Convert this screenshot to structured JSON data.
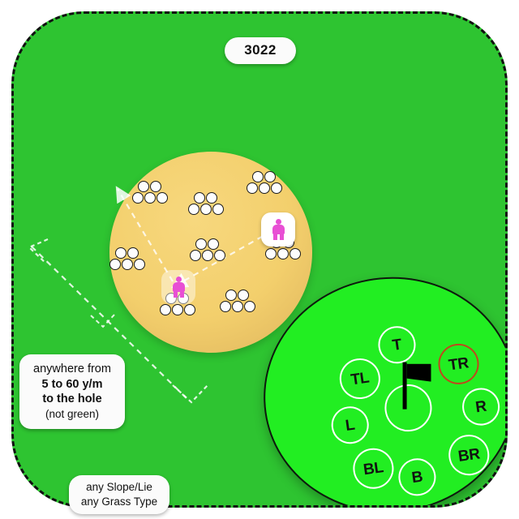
{
  "hole": {
    "title": "3022"
  },
  "labels": {
    "distance": {
      "line1": "anywhere from",
      "line2": "5 to 60 y/m",
      "line3": "to the hole",
      "line4": "(not green)"
    },
    "conditions": {
      "line1": "any Slope/Lie",
      "line2": "any Grass Type"
    }
  },
  "green": {
    "pin_positions": [
      {
        "code": "T",
        "name": "top",
        "selected": false
      },
      {
        "code": "TL",
        "name": "top-left",
        "selected": false
      },
      {
        "code": "TR",
        "name": "top-right",
        "selected": true
      },
      {
        "code": "L",
        "name": "left",
        "selected": false
      },
      {
        "code": "R",
        "name": "right",
        "selected": false
      },
      {
        "code": "BL",
        "name": "bottom-left",
        "selected": false
      },
      {
        "code": "B",
        "name": "bottom",
        "selected": false
      },
      {
        "code": "BR",
        "name": "bottom-right",
        "selected": false
      },
      {
        "code": "",
        "name": "center-pin",
        "selected": false
      }
    ]
  },
  "colors": {
    "fairway": "#2ec431",
    "green": "#22ee22",
    "sand": "#f3cf6c",
    "player": "#e84fd4",
    "selected_ring": "#c0481d",
    "ring": "#ffffff",
    "flag": "#000000",
    "border": "#111111"
  },
  "markers": {
    "ball_cluster_count": 8,
    "ball_per_cluster": 5,
    "player_count": 2
  }
}
